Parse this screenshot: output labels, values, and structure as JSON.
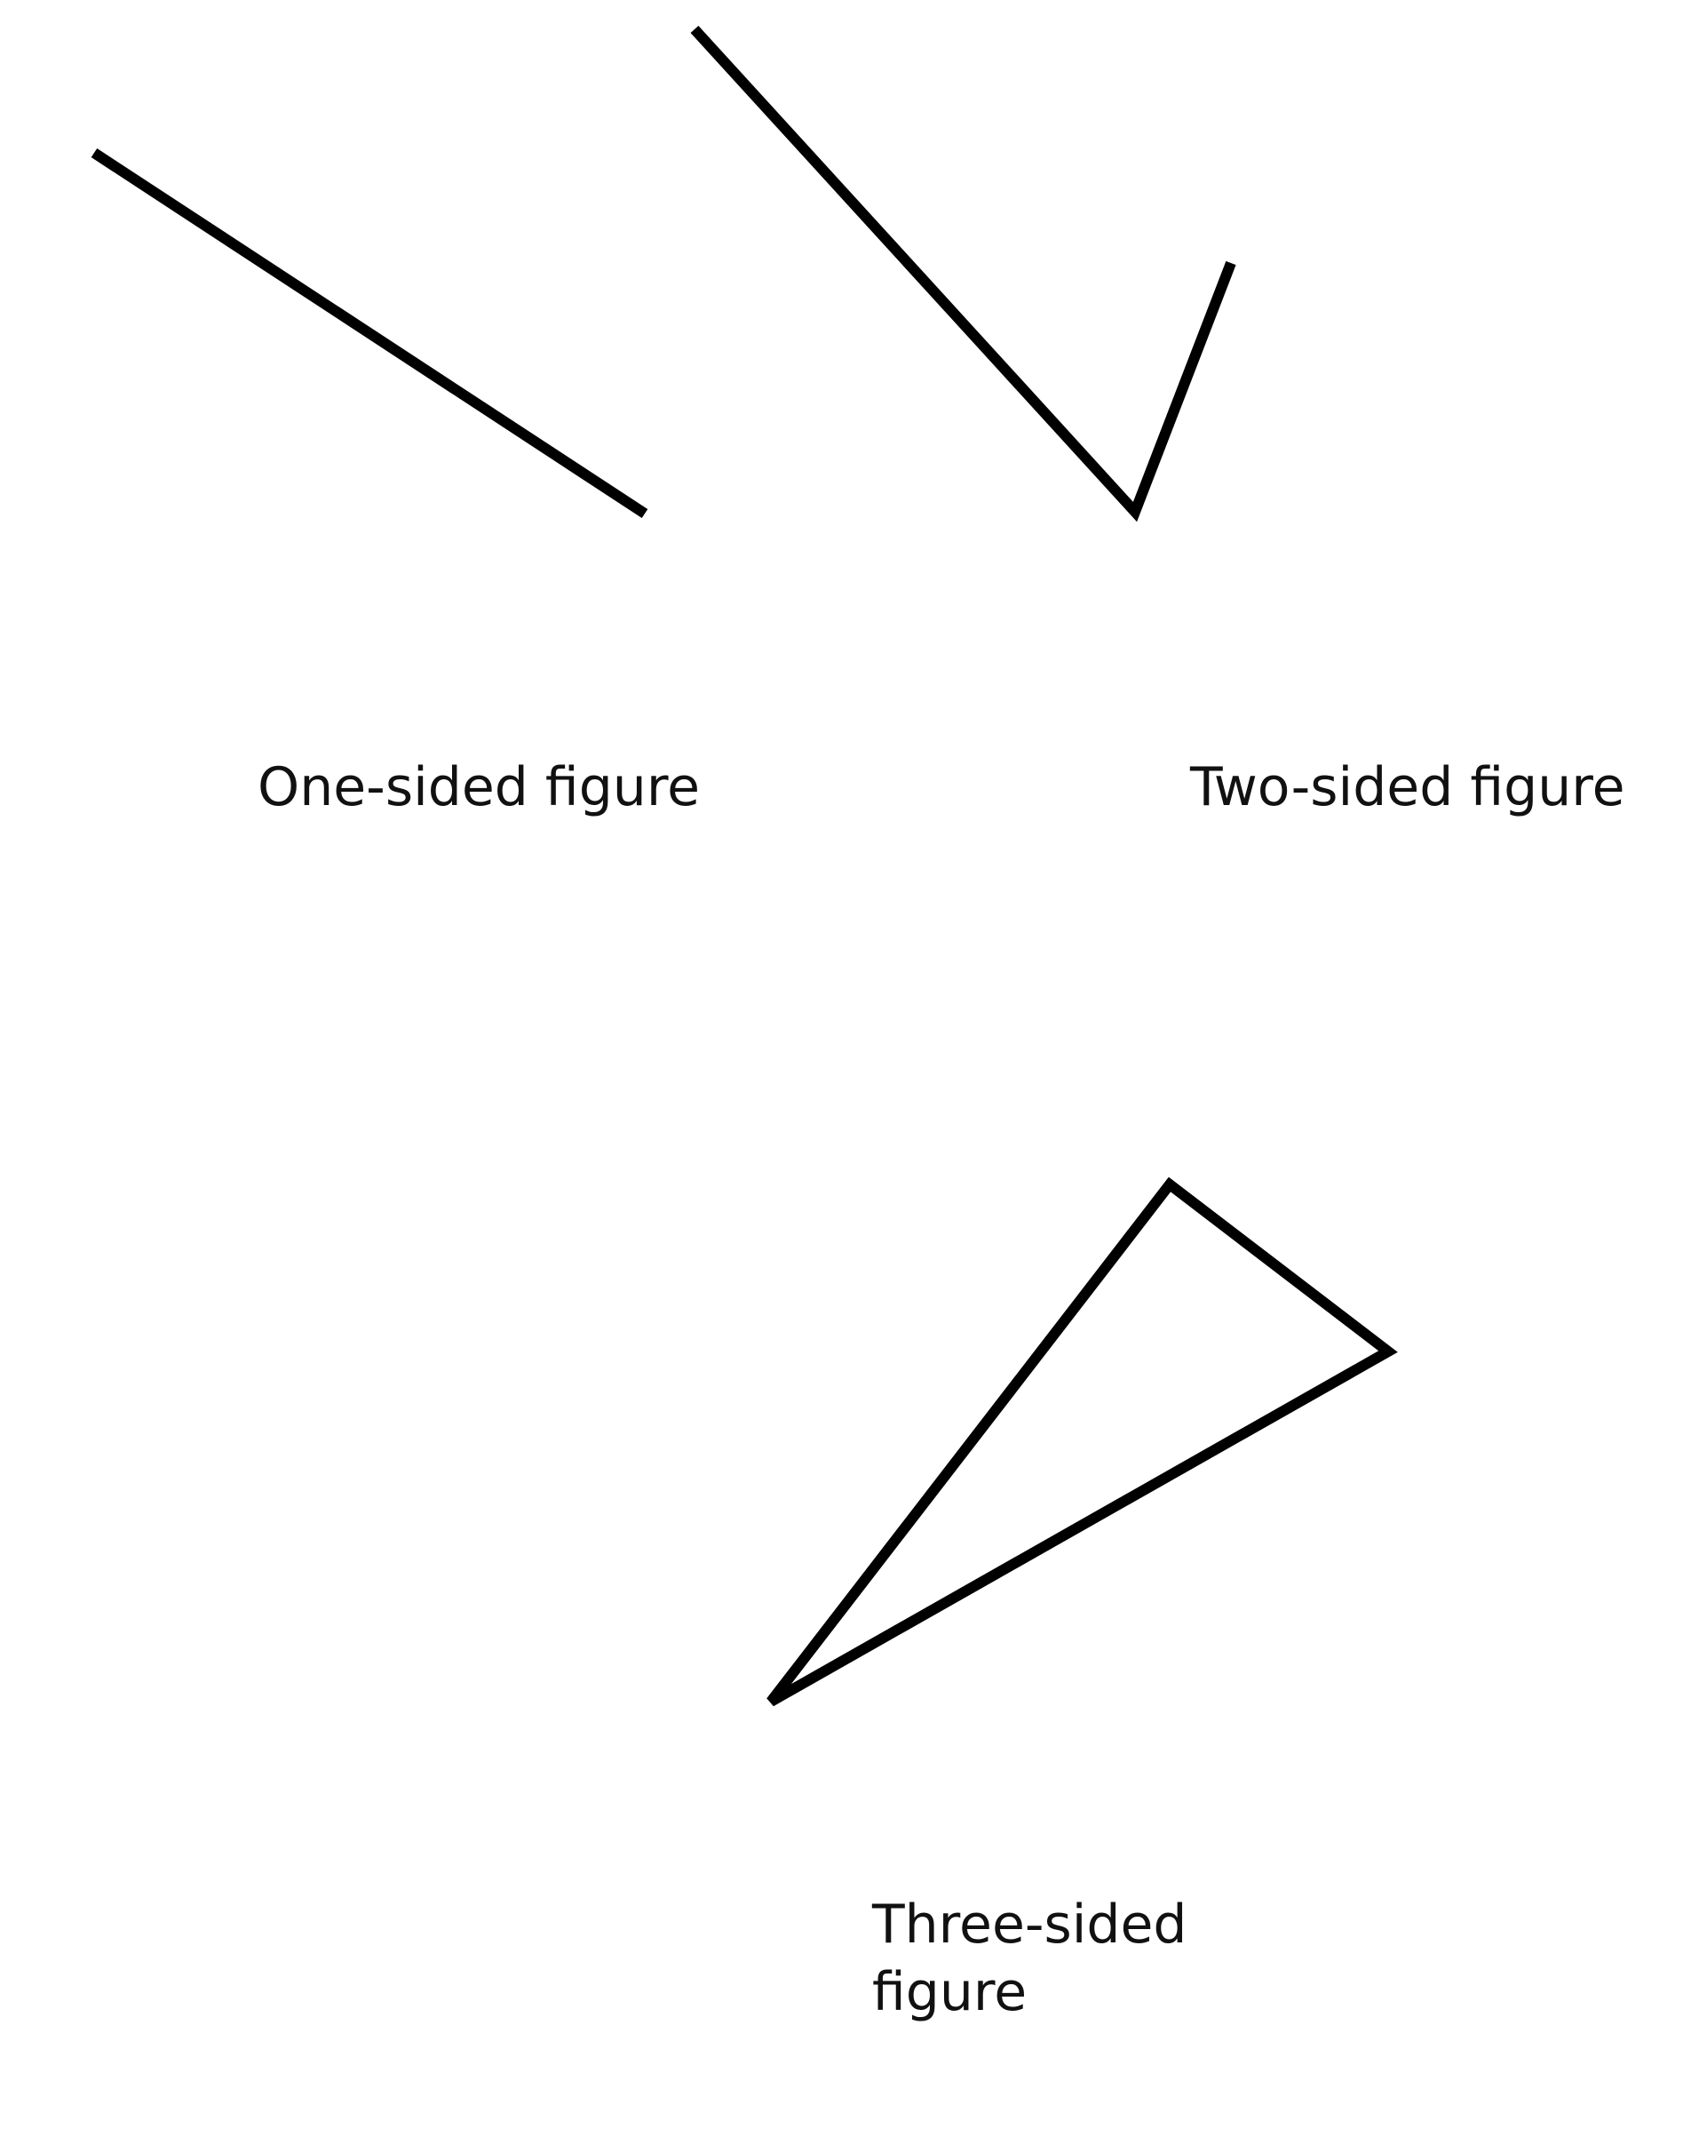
{
  "figures": [
    {
      "label": "One-sided figure",
      "sides": 1
    },
    {
      "label": "Two-sided figure",
      "sides": 2
    },
    {
      "label": "Three-sided figure",
      "label_lines": [
        "Three-sided",
        "figure"
      ],
      "sides": 3
    }
  ],
  "colors": {
    "stroke": "#000000",
    "background": "#ffffff",
    "text": "#111111"
  }
}
